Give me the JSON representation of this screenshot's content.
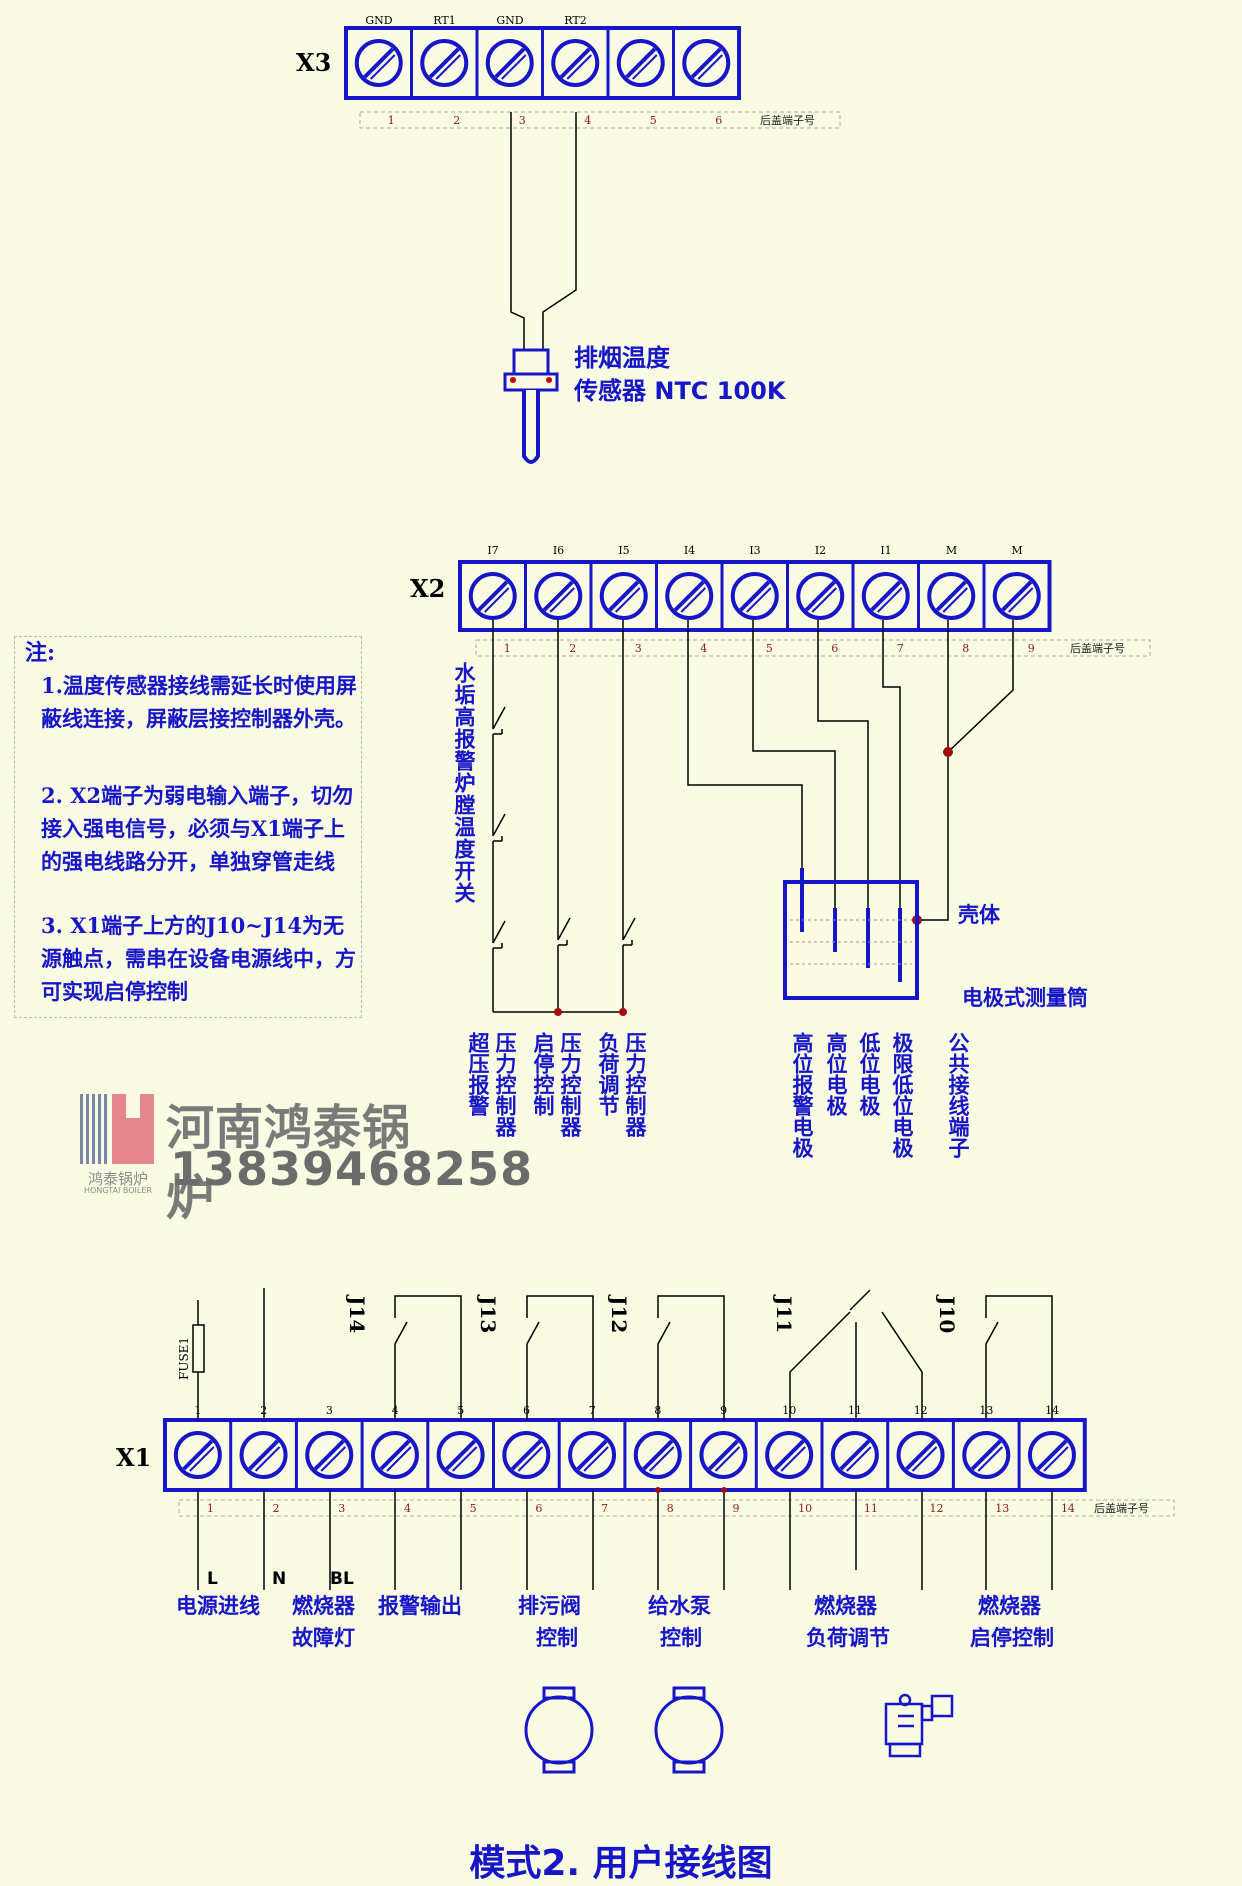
{
  "x3": {
    "name": "X3",
    "pin_labels": [
      "GND",
      "RT1",
      "GND",
      "RT2",
      "",
      ""
    ],
    "rear_numbers": [
      "1",
      "2",
      "3",
      "4",
      "5",
      "6"
    ],
    "rear_note": "后盖端子号"
  },
  "sensor": {
    "line1": "排烟温度",
    "line2": "传感器 NTC 100K"
  },
  "x2": {
    "name": "X2",
    "pin_labels": [
      "I7",
      "I6",
      "I5",
      "I4",
      "I3",
      "I2",
      "I1",
      "M",
      "M"
    ],
    "rear_numbers": [
      "1",
      "2",
      "3",
      "4",
      "5",
      "6",
      "7",
      "8",
      "9"
    ],
    "rear_note": "后盖端子号",
    "vertical_switch_label": "水垢高报警炉膛温度开关",
    "shell_label": "壳体",
    "electrode_vessel_label": "电极式测量筒",
    "bottom_labels": [
      {
        "col1": "压力控制器",
        "col2": "超压报警"
      },
      {
        "col1": "压力控制器",
        "col2": "启停控制"
      },
      {
        "col1": "压力控制器",
        "col2": "负荷调节"
      },
      {
        "col1": "高位报警电极",
        "col2": ""
      },
      {
        "col1": "高位电极",
        "col2": ""
      },
      {
        "col1": "低位电极",
        "col2": ""
      },
      {
        "col1": "极限低位电极",
        "col2": ""
      },
      {
        "col1": "公共接线端子",
        "col2": ""
      }
    ]
  },
  "notes": {
    "title": "注:",
    "items": [
      "1.温度传感器接线需延长时使用屏蔽线连接，屏蔽层接控制器外壳。",
      "2. X2端子为弱电输入端子，切勿接入强电信号，必须与X1端子上的强电线路分开，单独穿管走线",
      "3. X1端子上方的J10~J14为无源触点，需串在设备电源线中，方可实现启停控制"
    ]
  },
  "watermark": {
    "logo_text": "鸿泰锅炉",
    "logo_sub": "HONGTAI BOILER",
    "company": "河南鸿泰锅炉",
    "phone": "13839468258"
  },
  "x1": {
    "name": "X1",
    "fuse": "FUSE1",
    "pin_numbers": [
      "1",
      "2",
      "3",
      "4",
      "5",
      "6",
      "7",
      "8",
      "9",
      "10",
      "11",
      "12",
      "13",
      "14"
    ],
    "rear_numbers": [
      "1",
      "2",
      "3",
      "4",
      "5",
      "6",
      "7",
      "8",
      "9",
      "10",
      "11",
      "12",
      "13",
      "14"
    ],
    "rear_note": "后盖端子号",
    "relays": [
      "J14",
      "J13",
      "J12",
      "J11",
      "J10"
    ],
    "pin_letters": [
      "L",
      "N",
      "BL"
    ],
    "labels": [
      {
        "line1": "电源进线",
        "line2": ""
      },
      {
        "line1": "燃烧器",
        "line2": "故障灯"
      },
      {
        "line1": "报警输出",
        "line2": ""
      },
      {
        "line1": "排污阀",
        "line2": "控制"
      },
      {
        "line1": "给水泵",
        "line2": "控制"
      },
      {
        "line1": "燃烧器",
        "line2": "负荷调节"
      },
      {
        "line1": "燃烧器",
        "line2": "启停控制"
      }
    ]
  },
  "footer_title": "模式2. 用户接线图"
}
